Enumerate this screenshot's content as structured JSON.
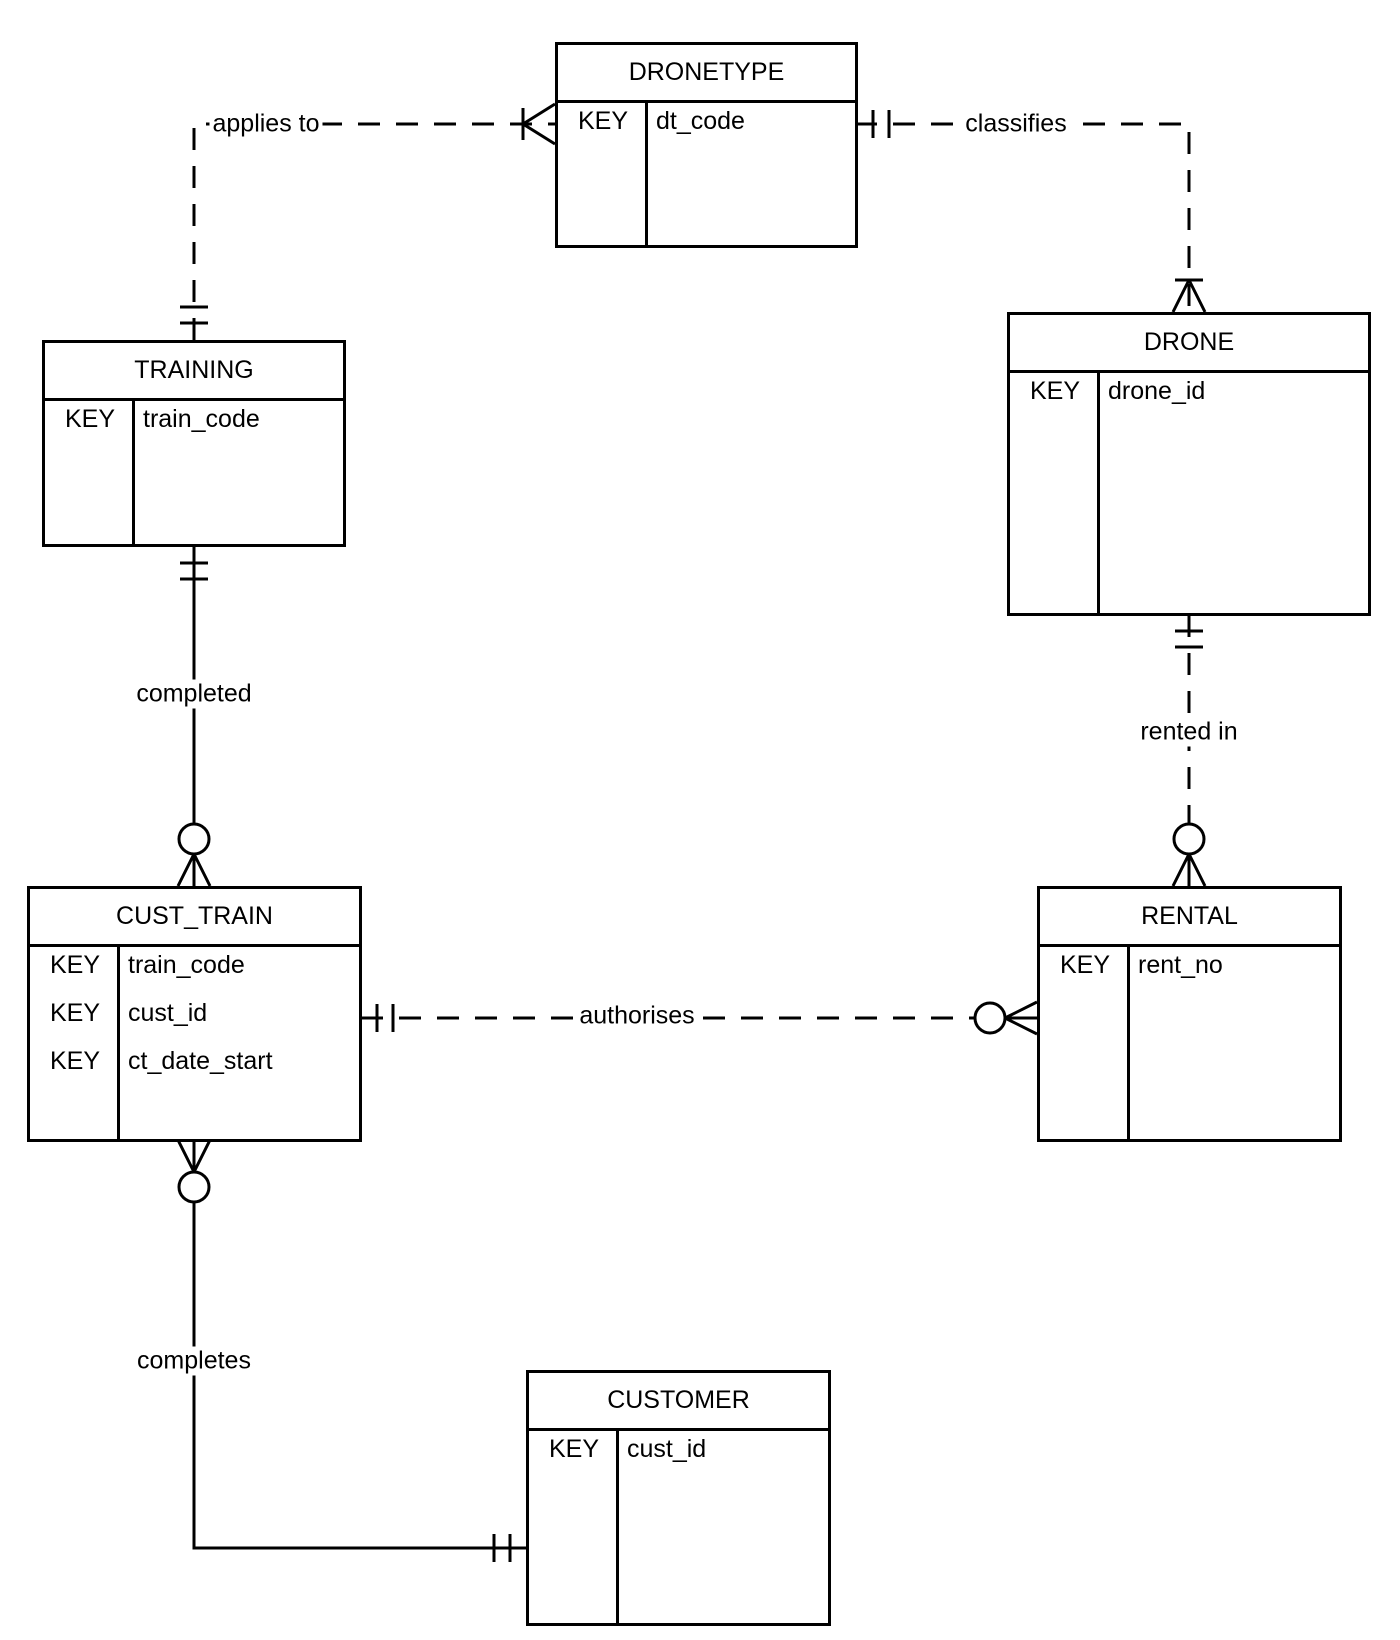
{
  "entities": {
    "dronetype": {
      "name": "DRONETYPE",
      "rows": [
        {
          "key": "KEY",
          "attr": "dt_code"
        }
      ]
    },
    "drone": {
      "name": "DRONE",
      "rows": [
        {
          "key": "KEY",
          "attr": "drone_id"
        }
      ]
    },
    "training": {
      "name": "TRAINING",
      "rows": [
        {
          "key": "KEY",
          "attr": "train_code"
        }
      ]
    },
    "cust_train": {
      "name": "CUST_TRAIN",
      "rows": [
        {
          "key": "KEY",
          "attr": "train_code"
        },
        {
          "key": "KEY",
          "attr": "cust_id"
        },
        {
          "key": "KEY",
          "attr": "ct_date_start"
        }
      ]
    },
    "rental": {
      "name": "RENTAL",
      "rows": [
        {
          "key": "KEY",
          "attr": "rent_no"
        }
      ]
    },
    "customer": {
      "name": "CUSTOMER",
      "rows": [
        {
          "key": "KEY",
          "attr": "cust_id"
        }
      ]
    }
  },
  "relationships": {
    "applies_to": {
      "label": "applies to",
      "identifying": false,
      "from": "TRAINING",
      "to": "DRONETYPE",
      "from_cardinality": "exactly one",
      "to_cardinality": "one or many"
    },
    "classifies": {
      "label": "classifies",
      "identifying": false,
      "from": "DRONETYPE",
      "to": "DRONE",
      "from_cardinality": "exactly one",
      "to_cardinality": "one or many"
    },
    "completed": {
      "label": "completed",
      "identifying": true,
      "from": "TRAINING",
      "to": "CUST_TRAIN",
      "from_cardinality": "exactly one",
      "to_cardinality": "zero or many"
    },
    "rented_in": {
      "label": "rented in",
      "identifying": false,
      "from": "DRONE",
      "to": "RENTAL",
      "from_cardinality": "exactly one",
      "to_cardinality": "zero or many"
    },
    "authorises": {
      "label": "authorises",
      "identifying": false,
      "from": "CUST_TRAIN",
      "to": "RENTAL",
      "from_cardinality": "exactly one",
      "to_cardinality": "zero or many"
    },
    "completes": {
      "label": "completes",
      "identifying": true,
      "from": "CUSTOMER",
      "to": "CUST_TRAIN",
      "from_cardinality": "exactly one",
      "to_cardinality": "zero or many"
    }
  }
}
